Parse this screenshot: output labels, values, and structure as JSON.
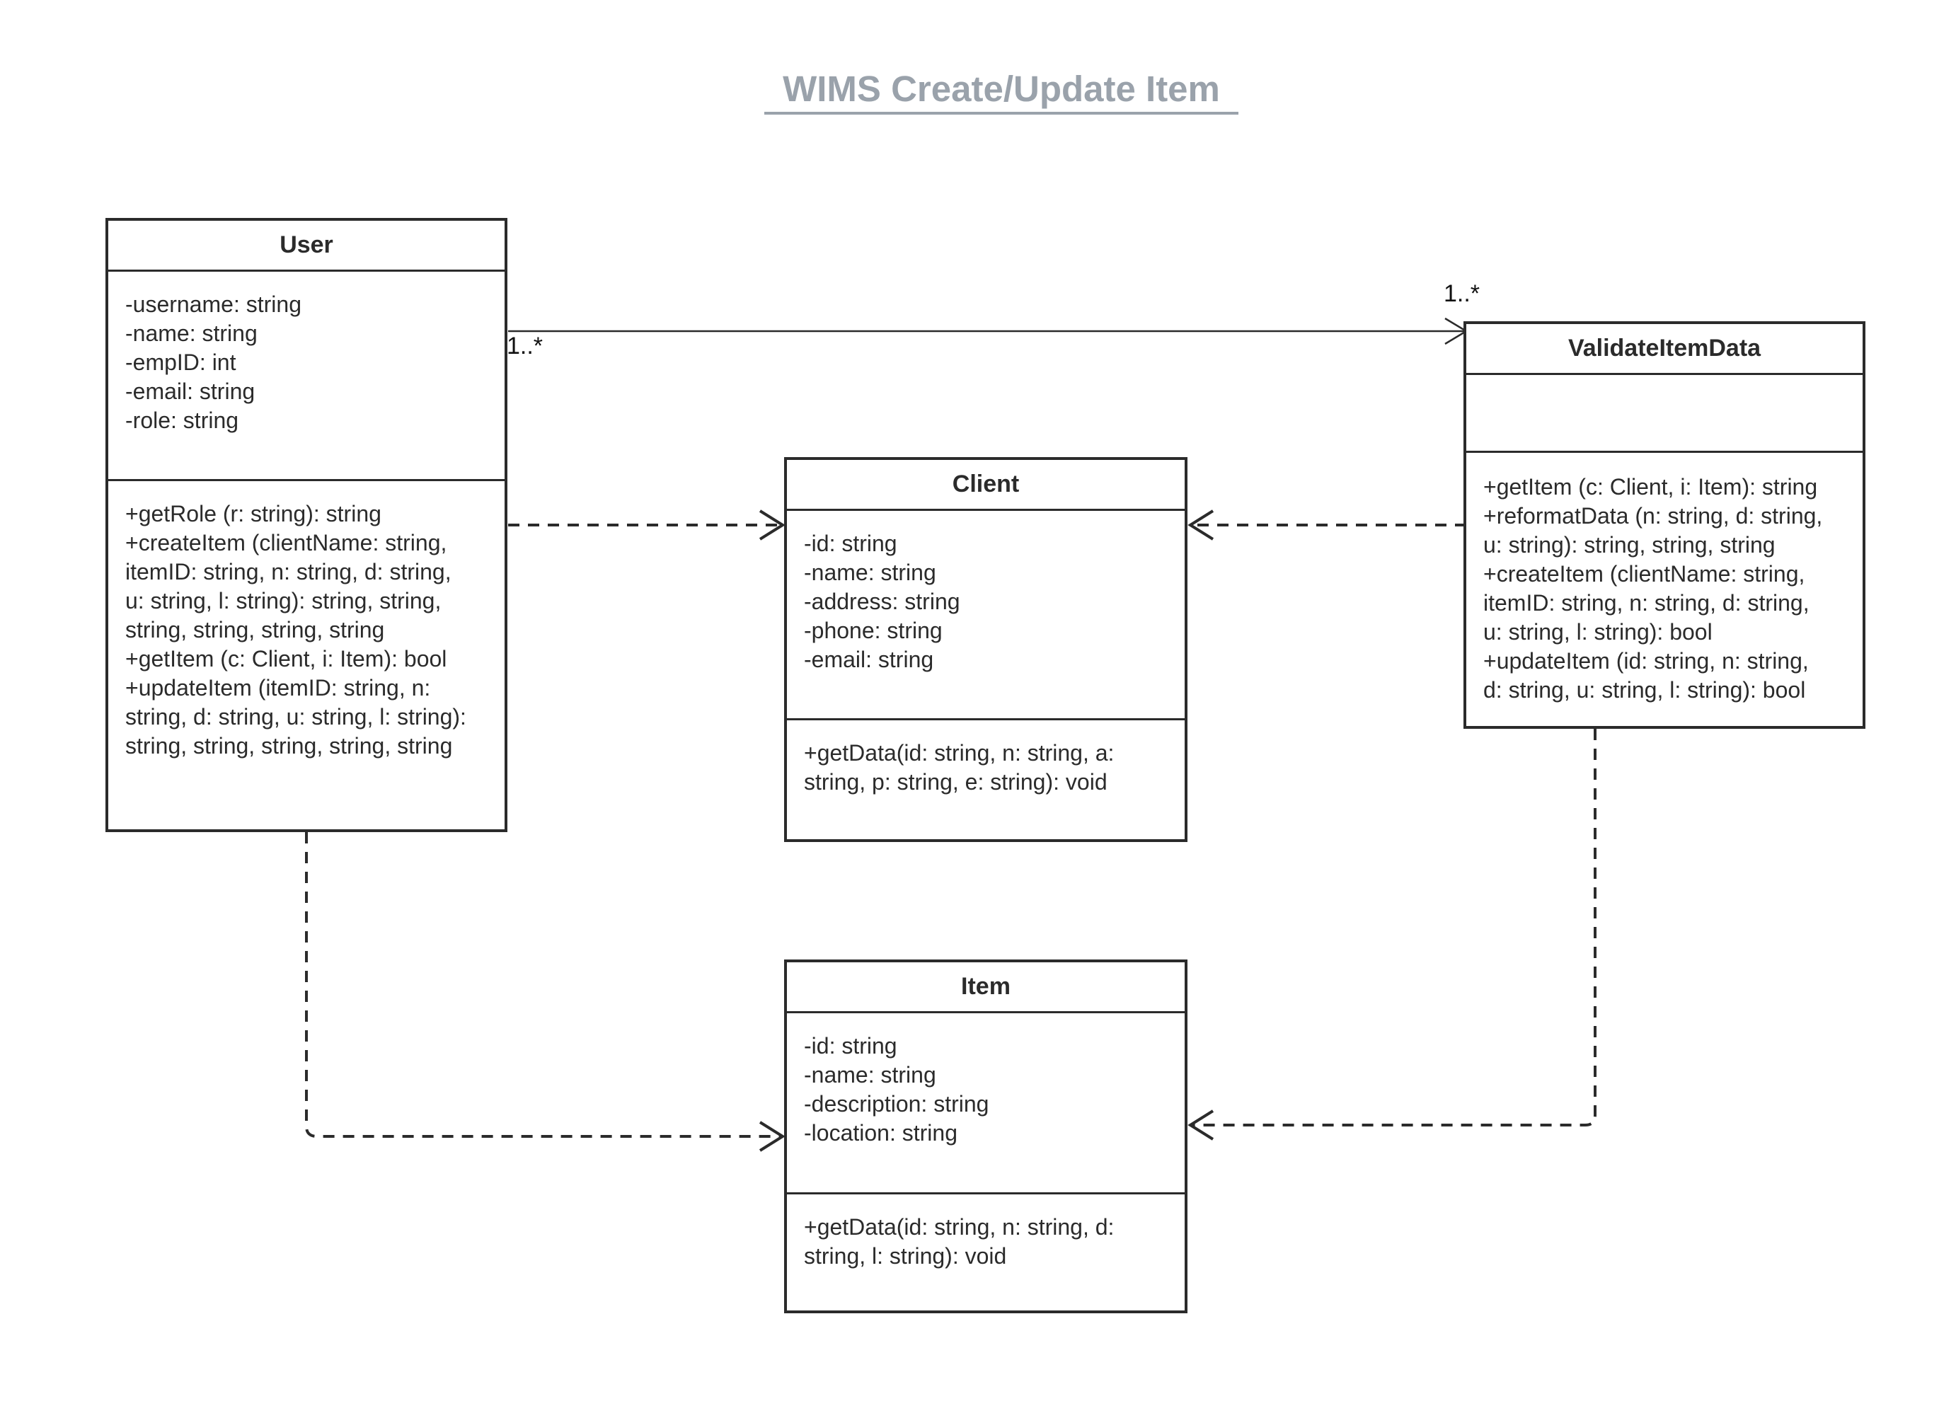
{
  "title": "WIMS Create/Update Item",
  "classes": {
    "user": {
      "name": "User",
      "attributes": [
        "-username: string",
        "-name: string",
        "-empID: int",
        "-email: string",
        "-role: string"
      ],
      "methods": [
        "+getRole (r: string): string",
        "+createItem (clientName: string,",
        "itemID: string, n: string, d: string,",
        "u: string, l: string): string, string,",
        "string, string, string, string",
        "+getItem (c: Client, i: Item): bool",
        "+updateItem (itemID: string, n:",
        "string, d: string, u: string, l: string):",
        "string, string, string, string, string"
      ]
    },
    "client": {
      "name": "Client",
      "attributes": [
        "-id: string",
        "-name: string",
        "-address: string",
        "-phone: string",
        "-email: string"
      ],
      "methods": [
        "+getData(id: string, n: string, a:",
        "string, p: string, e: string): void"
      ]
    },
    "item": {
      "name": "Item",
      "attributes": [
        "-id: string",
        "-name: string",
        "-description: string",
        "-location: string"
      ],
      "methods": [
        "+getData(id: string, n: string, d:",
        "string, l: string): void"
      ]
    },
    "validate": {
      "name": "ValidateItemData",
      "attributes": [],
      "methods": [
        "+getItem (c: Client, i: Item): string",
        "+reformatData (n: string, d: string,",
        "u: string): string, string, string",
        "+createItem (clientName: string,",
        "itemID: string, n: string, d: string,",
        "u: string, l: string): bool",
        "+updateItem (id: string, n: string,",
        "d: string, u: string, l: string): bool"
      ]
    }
  },
  "associations": {
    "user_validate": {
      "source_multiplicity": "1..*",
      "target_multiplicity": "1..*"
    }
  }
}
